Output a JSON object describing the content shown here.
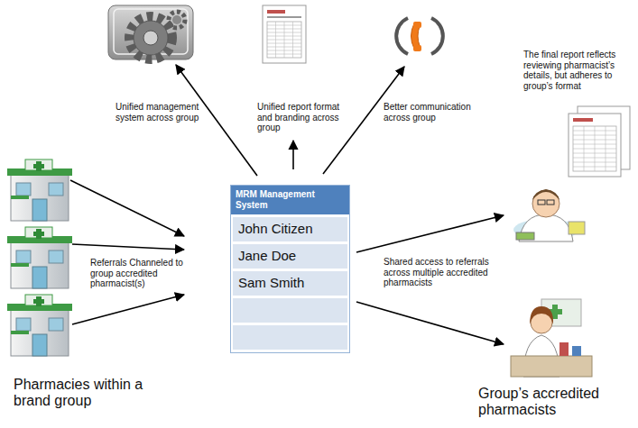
{
  "diagram": {
    "nodes": [
      {
        "text": [
          "MRM Management System"
        ]
      },
      {
        "text": [
          "John Citizen"
        ],
        "in": 0
      },
      {
        "text": [
          "Jane Doe"
        ],
        "in": 0
      },
      {
        "text": [
          "Sam Smith"
        ],
        "in": 0
      }
    ],
    "labels": [
      "Unified management system across group",
      "Unified report format and branding across group",
      "Better communication across group",
      "The final report reflects reviewing pharmacist’s details, but adheres to group’s format",
      "Referrals Channeled to group accredited pharmacist(s)",
      "Shared access to referrals across multiple accredited pharmacists",
      "Pharmacies within a brand group",
      "Group’s accredited pharmacists"
    ]
  }
}
